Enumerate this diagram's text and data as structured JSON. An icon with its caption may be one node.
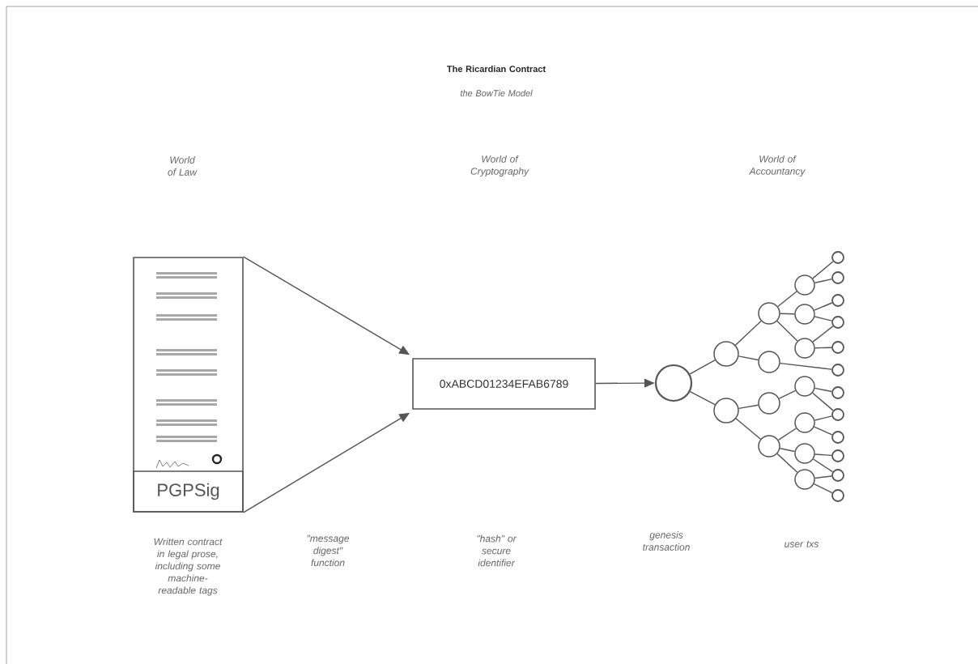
{
  "diagram": {
    "nodes": [
      {
        "text": [],
        "shape": "box"
      },
      {
        "text": [
          "PGPSig"
        ],
        "in": 0
      },
      {
        "text": [
          "0xABCD01234EFAB6789"
        ]
      },
      {
        "text": [],
        "shape": "circle"
      },
      {
        "text": [],
        "shape": "circle"
      },
      {
        "text": [],
        "shape": "circle"
      },
      {
        "text": [],
        "shape": "circle"
      },
      {
        "text": [],
        "shape": "circle"
      },
      {
        "text": [],
        "shape": "circle"
      },
      {
        "text": [],
        "shape": "circle"
      },
      {
        "text": [],
        "shape": "circle"
      },
      {
        "text": [],
        "shape": "circle"
      },
      {
        "text": [],
        "shape": "circle"
      },
      {
        "text": [],
        "shape": "circle"
      },
      {
        "text": [],
        "shape": "circle"
      },
      {
        "text": [],
        "shape": "circle"
      },
      {
        "text": [],
        "shape": "circle"
      },
      {
        "text": [],
        "shape": "circle"
      },
      {
        "text": [],
        "shape": "circle"
      },
      {
        "text": [],
        "shape": "circle"
      },
      {
        "text": [],
        "shape": "circle"
      },
      {
        "text": [],
        "shape": "circle"
      },
      {
        "text": [],
        "shape": "circle"
      },
      {
        "text": [],
        "shape": "circle"
      },
      {
        "text": [],
        "shape": "circle"
      },
      {
        "text": [],
        "shape": "circle"
      },
      {
        "text": [],
        "shape": "circle"
      },
      {
        "text": [],
        "shape": "circle"
      },
      {
        "text": [],
        "shape": "circle"
      }
    ],
    "edges": [
      {
        "from": 0,
        "to": 2,
        "arrow": "to"
      },
      {
        "from": 1,
        "to": 2,
        "arrow": "to"
      },
      {
        "from": 2,
        "to": 3,
        "arrow": "to"
      },
      {
        "from": 3,
        "to": 4,
        "arrow": "none"
      },
      {
        "from": 3,
        "to": 5,
        "arrow": "none"
      },
      {
        "from": 4,
        "to": 6,
        "arrow": "none"
      },
      {
        "from": 4,
        "to": 7,
        "arrow": "none"
      },
      {
        "from": 5,
        "to": 8,
        "arrow": "none"
      },
      {
        "from": 5,
        "to": 9,
        "arrow": "none"
      },
      {
        "from": 6,
        "to": 10,
        "arrow": "none"
      },
      {
        "from": 6,
        "to": 11,
        "arrow": "none"
      },
      {
        "from": 6,
        "to": 12,
        "arrow": "none"
      },
      {
        "from": 7,
        "to": 22,
        "arrow": "none"
      },
      {
        "from": 8,
        "to": 13,
        "arrow": "none"
      },
      {
        "from": 9,
        "to": 14,
        "arrow": "none"
      },
      {
        "from": 9,
        "to": 15,
        "arrow": "none"
      },
      {
        "from": 9,
        "to": 16,
        "arrow": "none"
      },
      {
        "from": 10,
        "to": 17,
        "arrow": "none"
      },
      {
        "from": 10,
        "to": 18,
        "arrow": "none"
      },
      {
        "from": 11,
        "to": 19,
        "arrow": "none"
      },
      {
        "from": 11,
        "to": 20,
        "arrow": "none"
      },
      {
        "from": 12,
        "to": 20,
        "arrow": "none"
      },
      {
        "from": 12,
        "to": 21,
        "arrow": "none"
      },
      {
        "from": 13,
        "to": 23,
        "arrow": "none"
      },
      {
        "from": 13,
        "to": 24,
        "arrow": "none"
      },
      {
        "from": 14,
        "to": 24,
        "arrow": "none"
      },
      {
        "from": 14,
        "to": 25,
        "arrow": "none"
      },
      {
        "from": 15,
        "to": 26,
        "arrow": "none"
      },
      {
        "from": 15,
        "to": 27,
        "arrow": "none"
      },
      {
        "from": 16,
        "to": 27,
        "arrow": "none"
      },
      {
        "from": 16,
        "to": 28,
        "arrow": "none"
      }
    ],
    "labels": [
      "The Ricardian Contract",
      "the BowTie Model",
      "World of Law",
      "World of Cryptography",
      "World of Accountancy",
      "Written contract in legal prose, including some machine-readable tags",
      "\"message digest\" function",
      "\"hash\" or secure identifier",
      "genesis transaction",
      "user txs"
    ]
  }
}
